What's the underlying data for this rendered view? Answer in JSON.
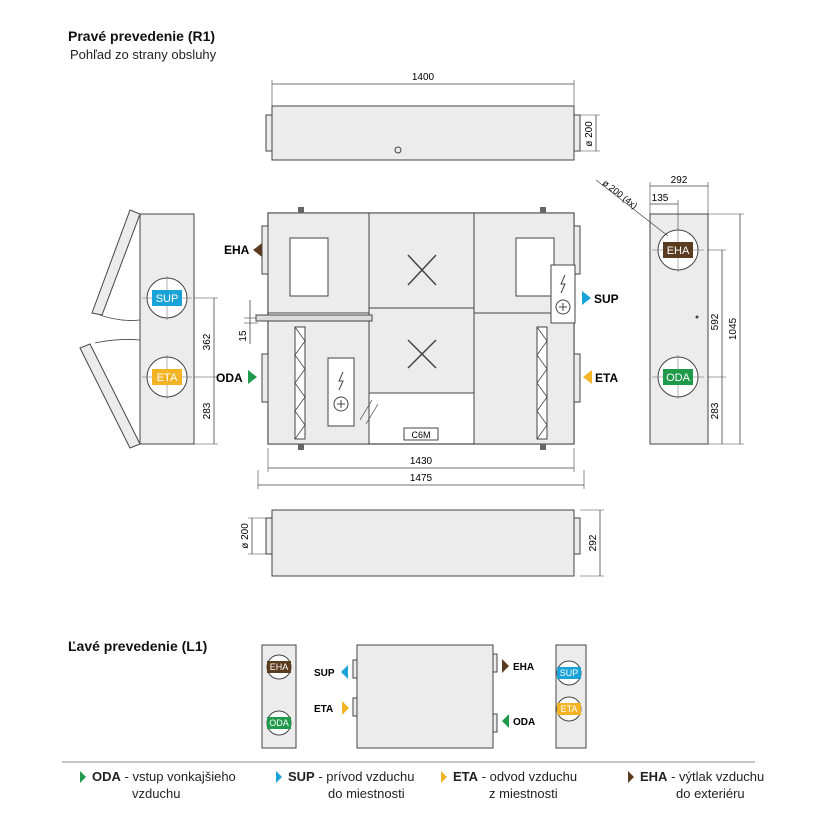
{
  "right_variant": {
    "title": "Pravé prevedenie (R1)",
    "subtitle": "Pohľad zo strany obsluhy"
  },
  "left_variant": {
    "title": "Ľavé prevedenie (L1)"
  },
  "dimensions": {
    "top_width": "1400",
    "top_duct": "ø 200",
    "side_width": "292",
    "side_offset": "135",
    "duct_note": "ø 200 (4x)",
    "spacing_362": "362",
    "spacing_283_left": "283",
    "spacing_15": "15",
    "spacing_592": "592",
    "height_1045": "1045",
    "spacing_283_right": "283",
    "front_1430": "1430",
    "front_1475": "1475",
    "bottom_duct": "ø 200",
    "bottom_292": "292"
  },
  "ports": {
    "eha": "EHA",
    "sup": "SUP",
    "oda": "ODA",
    "eta": "ETA"
  },
  "component_label": "C6M",
  "colors": {
    "eha": "#5a3b1e",
    "sup": "#1aa3d8",
    "oda": "#1f9a4b",
    "eta": "#f2b325",
    "outline": "#444444",
    "fill": "#ececec"
  },
  "legend": [
    {
      "code": "ODA",
      "text1": " - vstup vonkajšieho",
      "text2": "vzduchu",
      "color": "#1f9a4b"
    },
    {
      "code": "SUP",
      "text1": " - prívod vzduchu",
      "text2": "do miestnosti",
      "color": "#1aa3d8"
    },
    {
      "code": "ETA",
      "text1": " - odvod vzduchu",
      "text2": "z miestnosti",
      "color": "#f2b325"
    },
    {
      "code": "EHA",
      "text1": " - výtlak vzduchu",
      "text2": "do exteriéru",
      "color": "#5a3b1e"
    }
  ]
}
